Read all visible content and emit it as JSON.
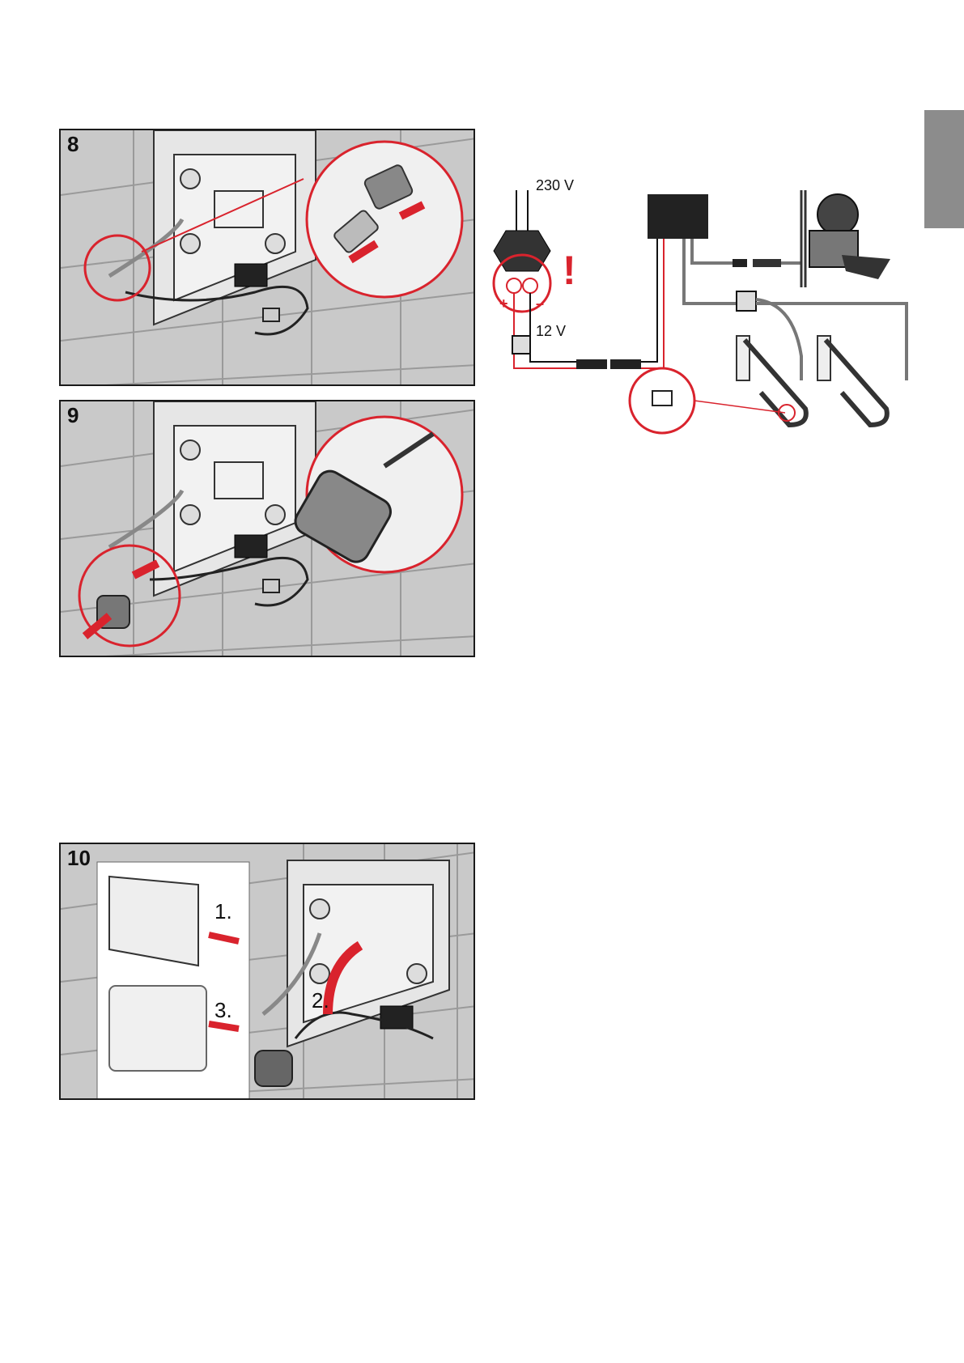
{
  "panels": [
    {
      "number": "8"
    },
    {
      "number": "9"
    },
    {
      "number": "10",
      "steps": [
        "1.",
        "2.",
        "3."
      ]
    }
  ],
  "wiring": {
    "mains_voltage": "230 V",
    "low_voltage": "12 V",
    "plus": "+",
    "minus": "–",
    "warning": "!"
  },
  "colors": {
    "accent": "#d9232d",
    "side_tab": "#8c8c8c"
  }
}
